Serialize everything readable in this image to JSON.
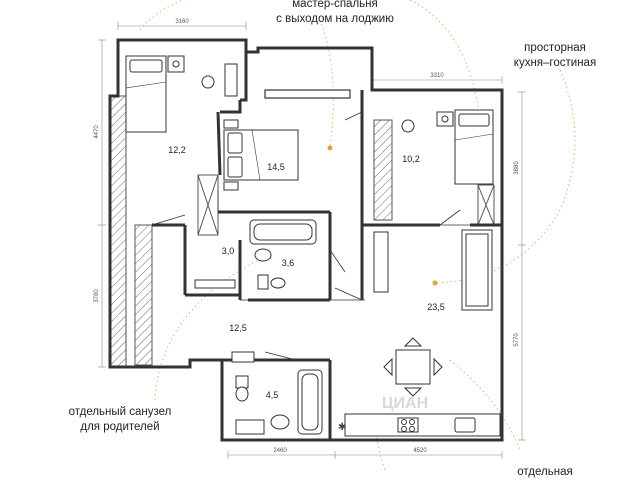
{
  "callouts": {
    "master_bedroom": "мастер-спальня\nс выходом на лоджию",
    "kitchen_living": "просторная\nкухня–гостиная",
    "parents_bathroom": "отдельный санузел\nдля родителей",
    "bottom_right": "отдельная"
  },
  "rooms": {
    "bedroom_left_area": "12,2",
    "master_bedroom_area": "14,5",
    "bedroom_right_area": "10,2",
    "storage_area": "3,0",
    "bathroom_main_area": "3,6",
    "hall_area": "12,5",
    "kitchen_living_area": "23,5",
    "bathroom_parents_area": "4,5"
  },
  "dimensions": {
    "top_left": "3160",
    "top_right": "3310",
    "left_upper": "4470",
    "left_lower": "3780",
    "right_upper": "3880",
    "right_lower": "5770",
    "bottom_left": "2460",
    "bottom_right": "4520"
  },
  "colors": {
    "wall": "#333333",
    "window": "#5a5a5a",
    "accent_dots": "#e0a340",
    "accent_line": "#e6b06a"
  },
  "watermark": "ЦИАН"
}
